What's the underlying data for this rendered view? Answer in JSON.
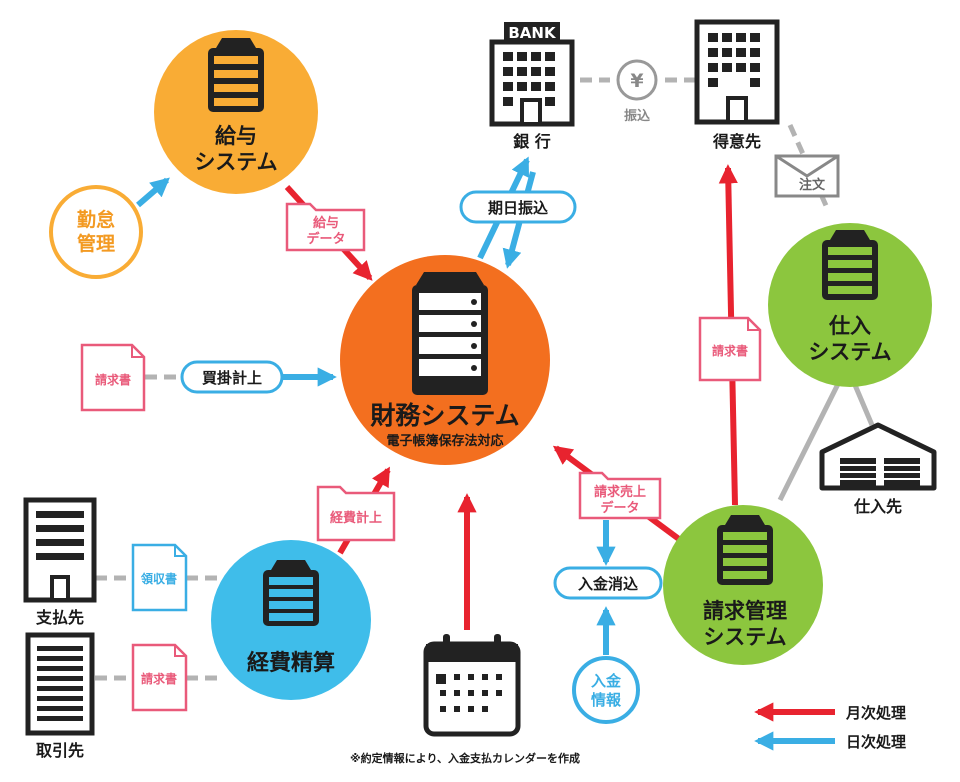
{
  "nodes": {
    "payroll": {
      "line1": "給与",
      "line2": "システム"
    },
    "attendance": {
      "line1": "勤怠",
      "line2": "管理"
    },
    "finance": {
      "title": "財務システム",
      "subtitle": "電子帳簿保存法対応"
    },
    "expense": {
      "title": "経費精算"
    },
    "purchase": {
      "line1": "仕入",
      "line2": "システム"
    },
    "billing": {
      "line1": "請求管理",
      "line2": "システム"
    },
    "deposit_info": {
      "line1": "入金",
      "line2": "情報"
    }
  },
  "entities": {
    "bank": {
      "sign": "BANK",
      "label": "銀 行"
    },
    "customer": {
      "label": "得意先"
    },
    "supplier": {
      "label": "仕入先"
    },
    "payee": {
      "label": "支払先"
    },
    "client": {
      "label": "取引先"
    }
  },
  "documents": {
    "payroll_data": {
      "line1": "給与",
      "line2": "データ"
    },
    "expense_posting": {
      "label": "経費計上"
    },
    "billing_sales_data": {
      "line1": "請求売上",
      "line2": "データ"
    },
    "invoice_purchase": {
      "label": "請求書"
    },
    "invoice_customer": {
      "label": "請求書"
    },
    "receipt": {
      "label": "領収書"
    },
    "invoice_client": {
      "label": "請求書"
    },
    "order_envelope": {
      "label": "注文"
    }
  },
  "pills": {
    "scheduled_transfer": "期日振込",
    "ap_posting": "買掛計上",
    "deposit_reconcile": "入金消込"
  },
  "transfer": {
    "symbol": "¥",
    "label": "振込"
  },
  "footnote": "※約定情報により、入金支払カレンダーを作成",
  "legend": {
    "monthly": "月次処理",
    "daily": "日次処理"
  },
  "colors": {
    "red": "#e8232f",
    "blue": "#3aaee4",
    "orange": "#f36f1f",
    "yellow": "#f9ac35",
    "green": "#8cc63e",
    "skyblue": "#3fbdea",
    "pink": "#e95a7a",
    "gray": "#b3b3b3",
    "dark": "#1a1a1a"
  }
}
